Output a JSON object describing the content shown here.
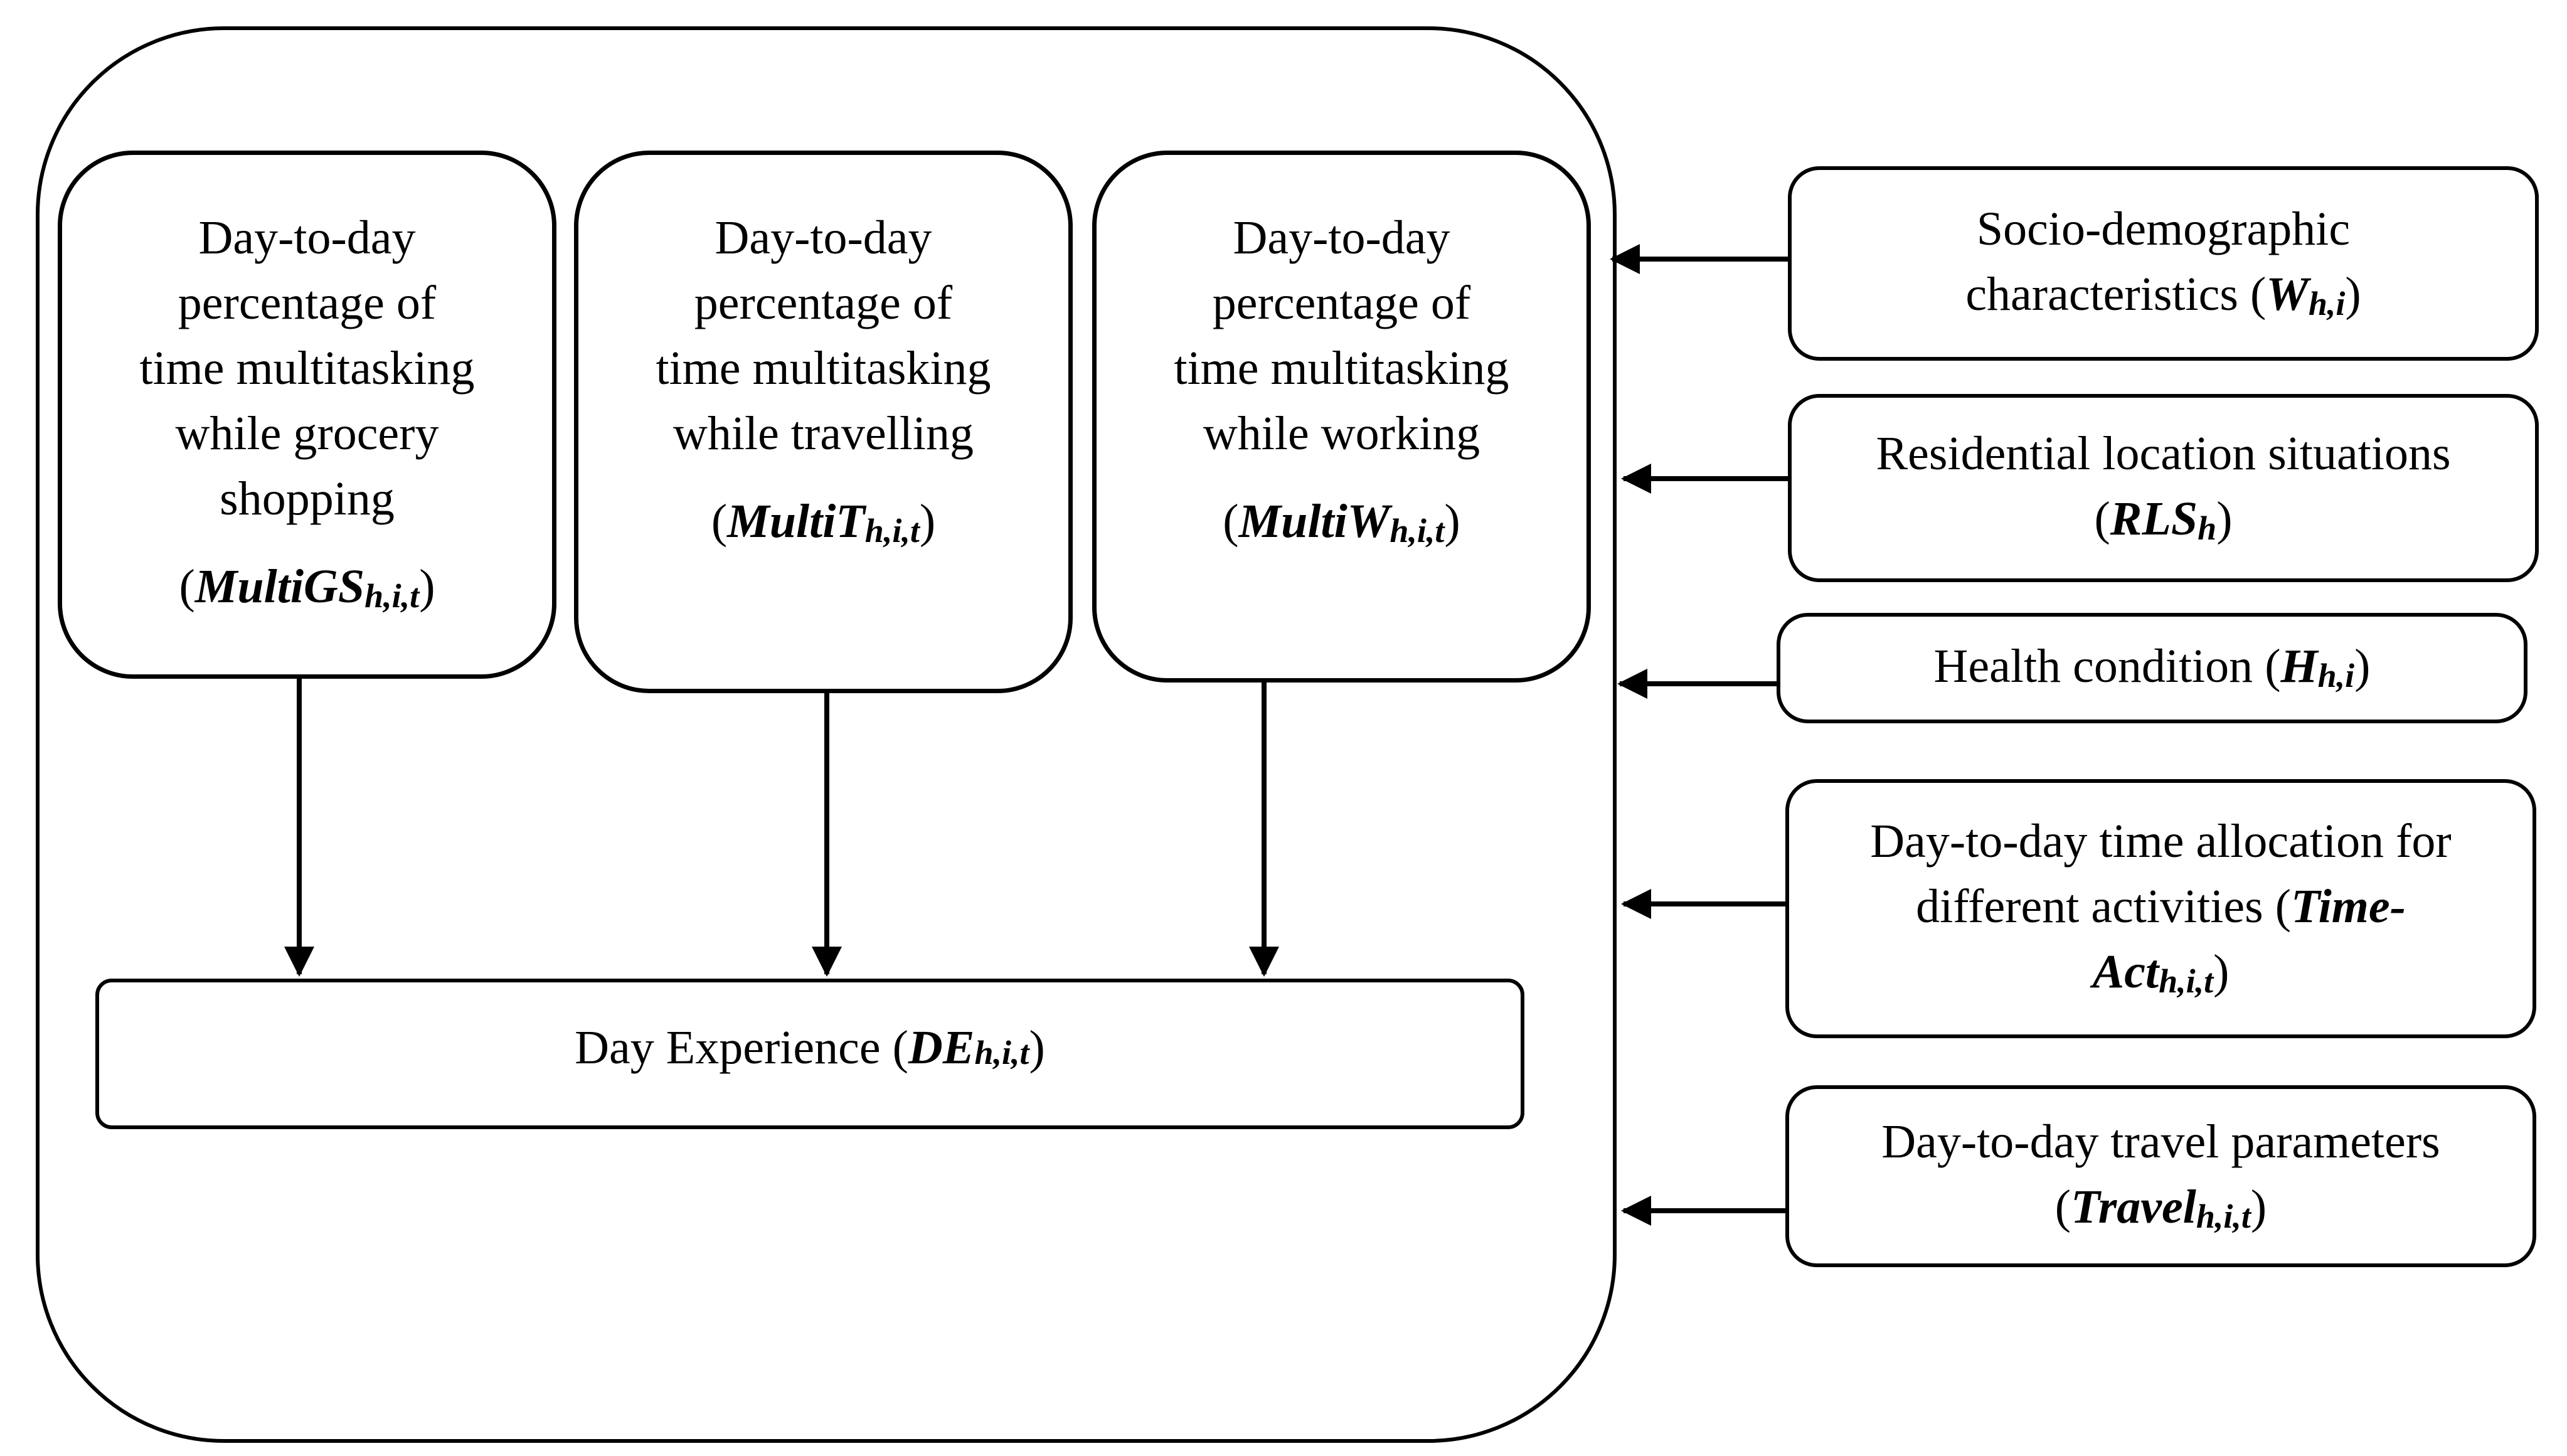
{
  "diagram": {
    "multitasking_boxes": [
      {
        "lines": [
          "Day-to-day",
          "percentage of",
          "time multitasking",
          "while grocery",
          "shopping"
        ],
        "symbol": "MultiGS",
        "subscript": "h,i,t"
      },
      {
        "lines": [
          "Day-to-day",
          "percentage of",
          "time multitasking",
          "while travelling"
        ],
        "symbol": "MultiT",
        "subscript": "h,i,t"
      },
      {
        "lines": [
          "Day-to-day",
          "percentage of",
          "time multitasking",
          "while working"
        ],
        "symbol": "MultiW",
        "subscript": "h,i,t"
      }
    ],
    "outcome": {
      "label": "Day Experience",
      "symbol": "DE",
      "subscript": "h,i,t"
    },
    "factors": [
      {
        "lines": [
          "Socio-demographic",
          "characteristics"
        ],
        "symbol": "W",
        "subscript": "h,i"
      },
      {
        "lines": [
          "Residential location situations"
        ],
        "symbol": "RLS",
        "subscript": "h"
      },
      {
        "lines": [
          "Health condition"
        ],
        "symbol": "H",
        "subscript": "h,i"
      },
      {
        "lines": [
          "Day-to-day time allocation for",
          "different activities"
        ],
        "symbol_part1": "Time-",
        "symbol_part2": "Act",
        "subscript": "h,i,t"
      },
      {
        "lines": [
          "Day-to-day travel parameters"
        ],
        "symbol": "Travel",
        "subscript": "h,i,t"
      }
    ]
  },
  "colors": {
    "stroke": "#000000",
    "background": "#ffffff"
  }
}
